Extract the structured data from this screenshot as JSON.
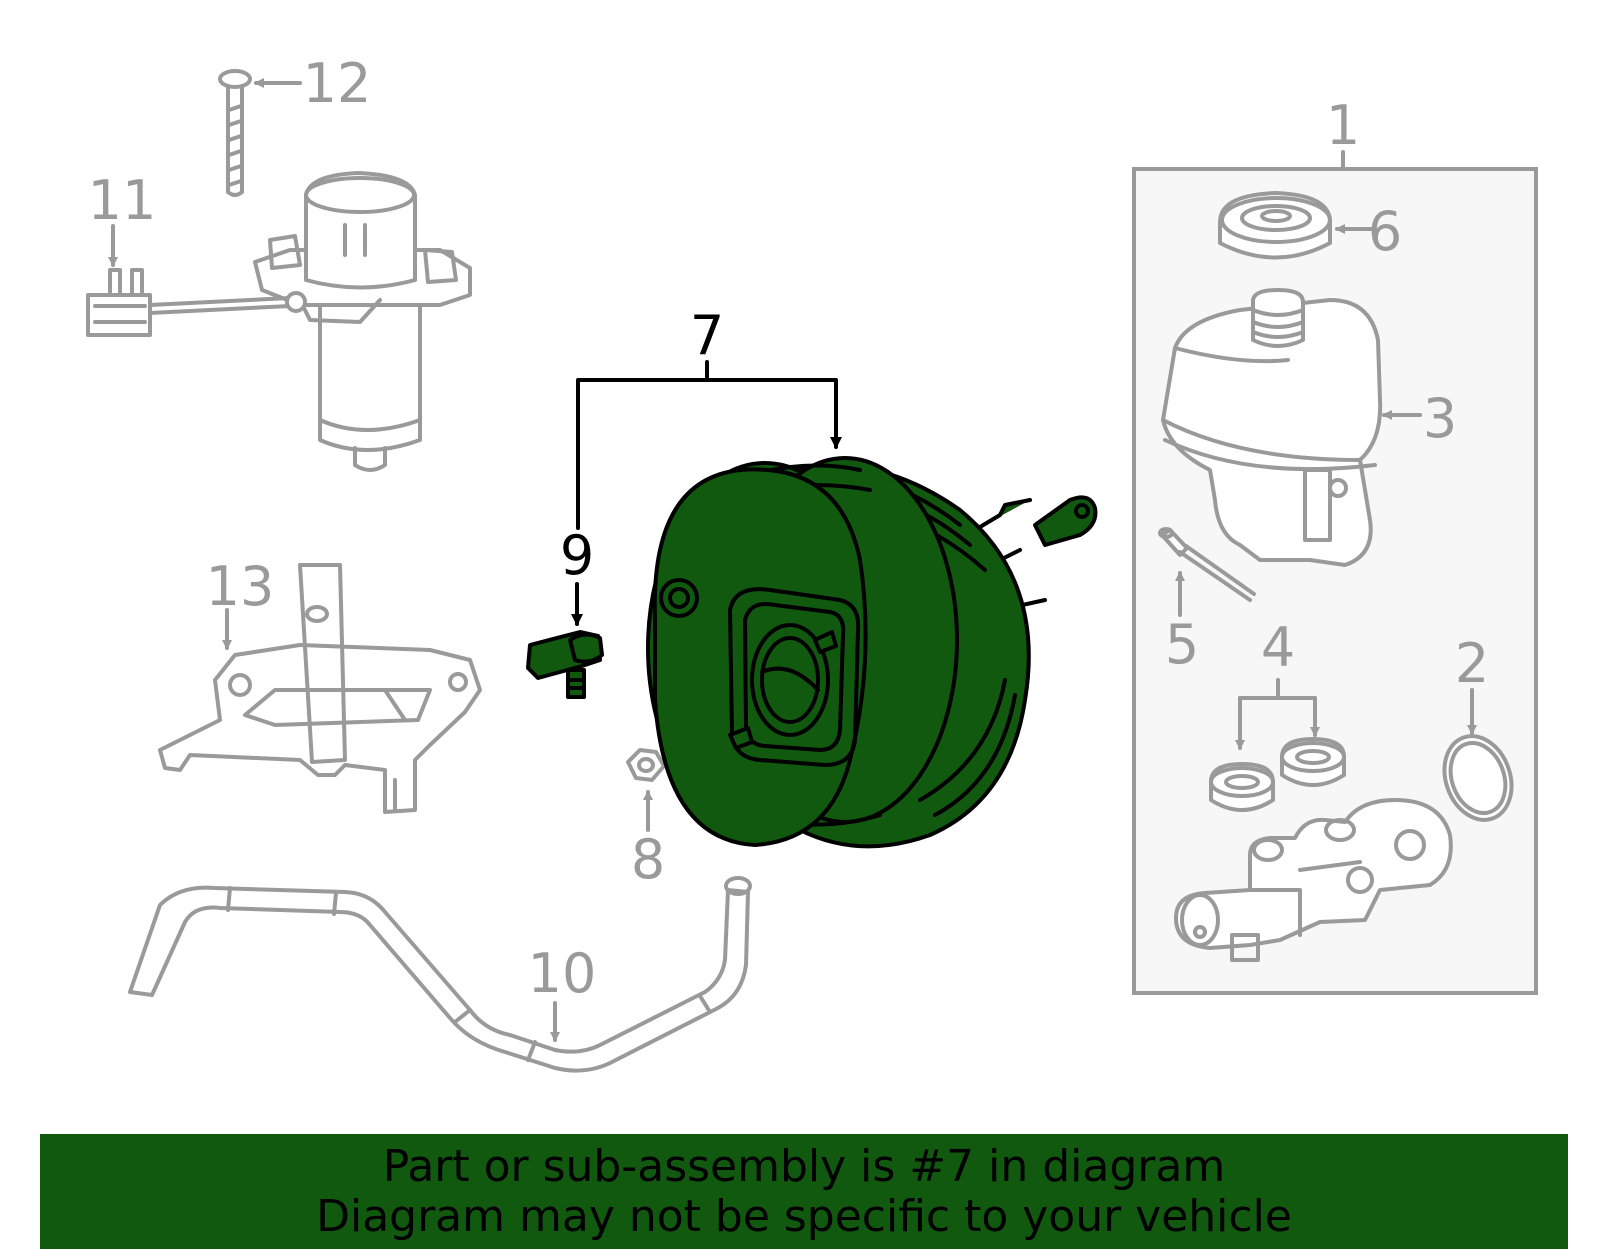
{
  "callouts": {
    "c1": "1",
    "c2": "2",
    "c3": "3",
    "c4": "4",
    "c5": "5",
    "c6": "6",
    "c7": "7",
    "c8": "8",
    "c9": "9",
    "c10": "10",
    "c11": "11",
    "c12": "12",
    "c13": "13"
  },
  "highlight": {
    "part_number": "7",
    "color": "#10590f"
  },
  "banner": {
    "line1": "Part or sub-assembly is #7 in diagram",
    "line2": "Diagram may not be specific to your vehicle"
  }
}
